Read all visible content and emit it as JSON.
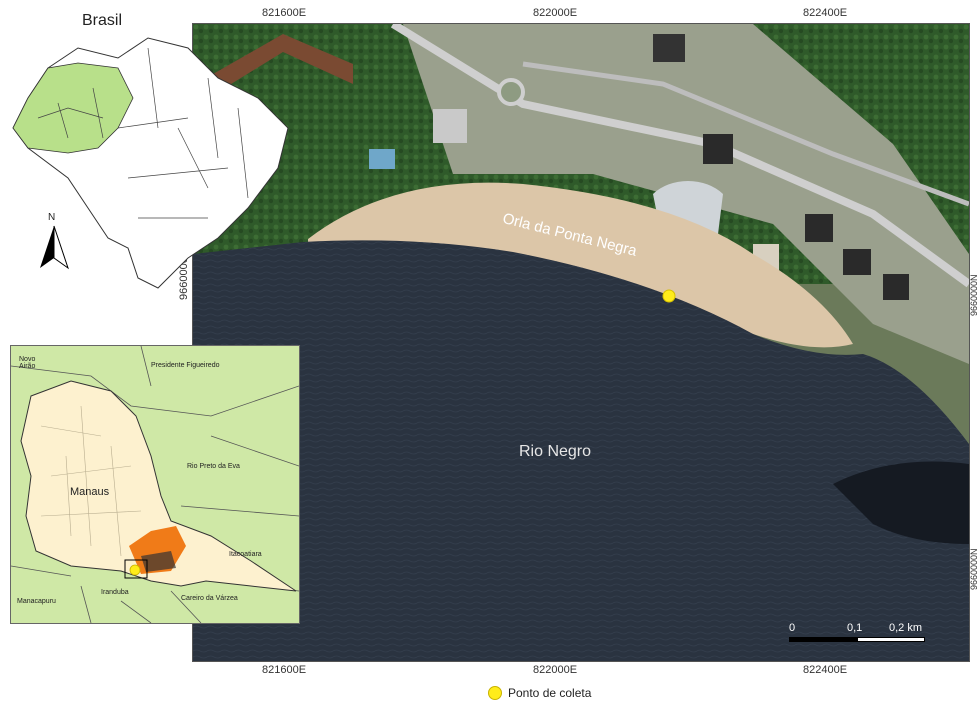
{
  "main_map": {
    "grid_top": [
      "821600E",
      "822000E",
      "822400E"
    ],
    "grid_bottom": [
      "821600E",
      "822000E",
      "822400E"
    ],
    "grid_left": "9660000N",
    "grid_right_top": "9660000N",
    "grid_right_bottom": "9660000N",
    "label_beach": "Orla da Ponta Negra",
    "label_river": "Rio Negro",
    "scale": {
      "zero": "0",
      "mid": "0,1",
      "end": "0,2 km"
    }
  },
  "brasil_map": {
    "title": "Brasil",
    "north_label": "N"
  },
  "inset_map": {
    "labels": {
      "novo_airao": "Novo\nAirão",
      "presidente_figueiredo": "Presidente Figueiredo",
      "rio_preto": "Rio Preto da Eva",
      "manaus": "Manaus",
      "itacoatiara": "Itacoatiara",
      "manacapuru": "Manacapuru",
      "iranduba": "Iranduba",
      "careiro": "Careiro da Várzea"
    }
  },
  "legend": {
    "label": "Ponto de coleta",
    "color": "#ffec1a"
  },
  "colors": {
    "river": "#2a3340",
    "forest": "#2f5a2a",
    "sand": "#dcc6a8",
    "manaus": "#fdf1cf",
    "urban": "#f07b18",
    "state": "#b8e08a"
  }
}
